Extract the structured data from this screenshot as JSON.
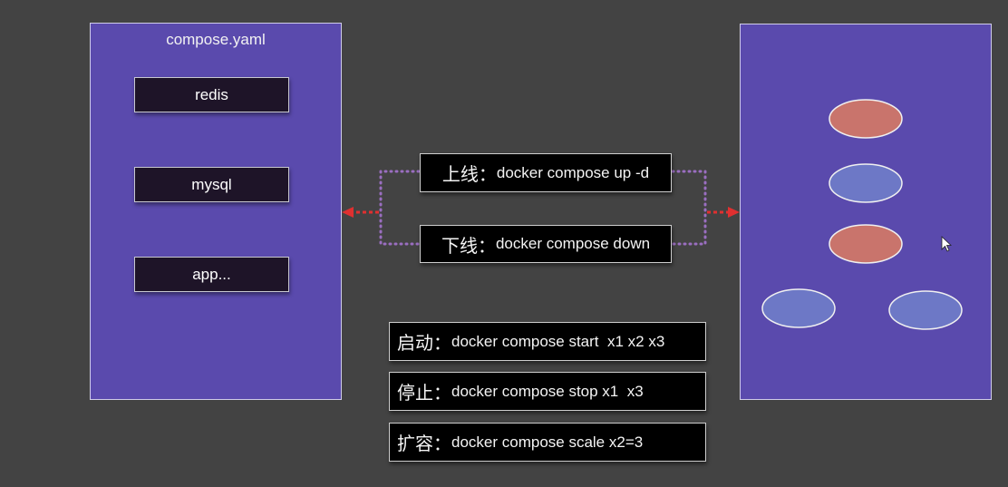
{
  "left_panel": {
    "title": "compose.yaml",
    "services": [
      {
        "label": "redis"
      },
      {
        "label": "mysql"
      },
      {
        "label": "app..."
      }
    ]
  },
  "commands": {
    "up": {
      "prefix": "上线：",
      "text": "docker compose up -d"
    },
    "down": {
      "prefix": "下线：",
      "text": "docker compose down"
    },
    "start": {
      "prefix": "启动：",
      "text": "docker compose start  x1 x2 x3"
    },
    "stop": {
      "prefix": "停止：",
      "text": "docker compose stop x1  x3"
    },
    "scale": {
      "prefix": "扩容：",
      "text": "docker compose scale x2=3"
    }
  },
  "right_panel": {
    "containers": [
      {
        "state": "stopped",
        "color": "#c9746c"
      },
      {
        "state": "running",
        "color": "#6d78c6"
      },
      {
        "state": "stopped",
        "color": "#c9746c"
      },
      {
        "state": "running",
        "color": "#6d78c6"
      },
      {
        "state": "running",
        "color": "#6d78c6"
      }
    ]
  },
  "colors": {
    "background": "#434343",
    "panel": "#5a4aad",
    "connector": "#9a6ec0",
    "arrow": "#e03030"
  }
}
